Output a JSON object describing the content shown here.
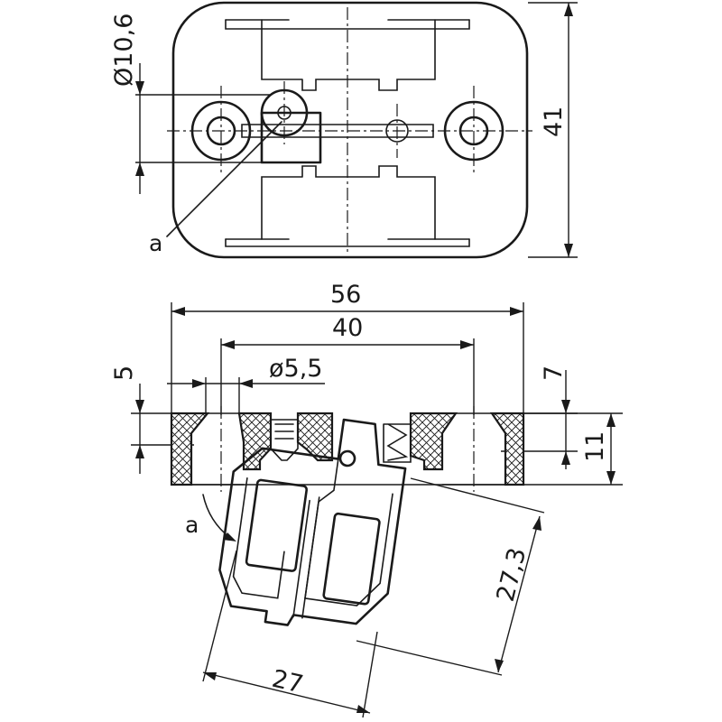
{
  "dimensions": {
    "diameter_bolt_circle": "Ø10,6",
    "height_top": "41",
    "width_total": "56",
    "hole_spacing": "40",
    "diameter_hole": "ø5,5",
    "depth_left": "5",
    "depth_right": "7",
    "thickness": "11",
    "lever_length": "27,3",
    "lever_width": "27"
  },
  "labels": {
    "pivot_top": "a",
    "pivot_bottom": "a"
  }
}
